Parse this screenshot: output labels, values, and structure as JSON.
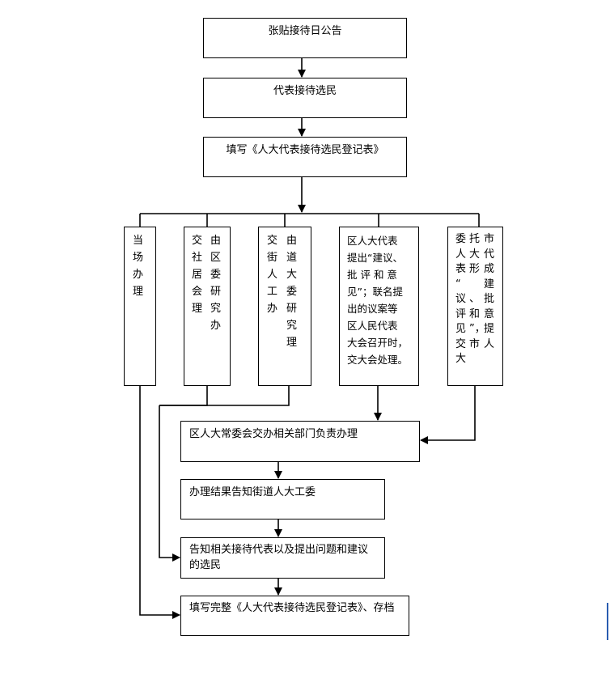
{
  "steps": {
    "post_notice": "张贴接待日公告",
    "receive_voters": "代表接待选民",
    "fill_form": "填写《人大代表接待选民登记表》",
    "on_site": "当\n场\n办\n理",
    "community_col1": "交\n社\n居\n会\n理",
    "community_col2": "由\n区\n委\n研\n究\n办",
    "street_col1": "交\n街\n人\n工\n办",
    "street_col2": "由\n道\n大\n委\n研\n究\n理",
    "district_congress": "区人大代表\n提出“建议、\n批 评 和 意\n见”；联名提\n出的议案等\n区人民代表\n大会召开时，\n交大会处理。",
    "city_col1": "委\n人\n表\n“\n议\n评\n见\n交\n大",
    "city_col2": "托\n大\n形\n \n、\n和\n”，\n市",
    "city_col3": "市\n代\n成\n建\n批\n意\n提\n人",
    "standing_committee": "区人大常委会交办相关部门负责办理",
    "notify_street": "办理结果告知街道人大工委",
    "notify_voters": "告知相关接待代表以及提出问题和建议的选民",
    "archive": "填写完整《人大代表接待选民登记表》、存档"
  }
}
